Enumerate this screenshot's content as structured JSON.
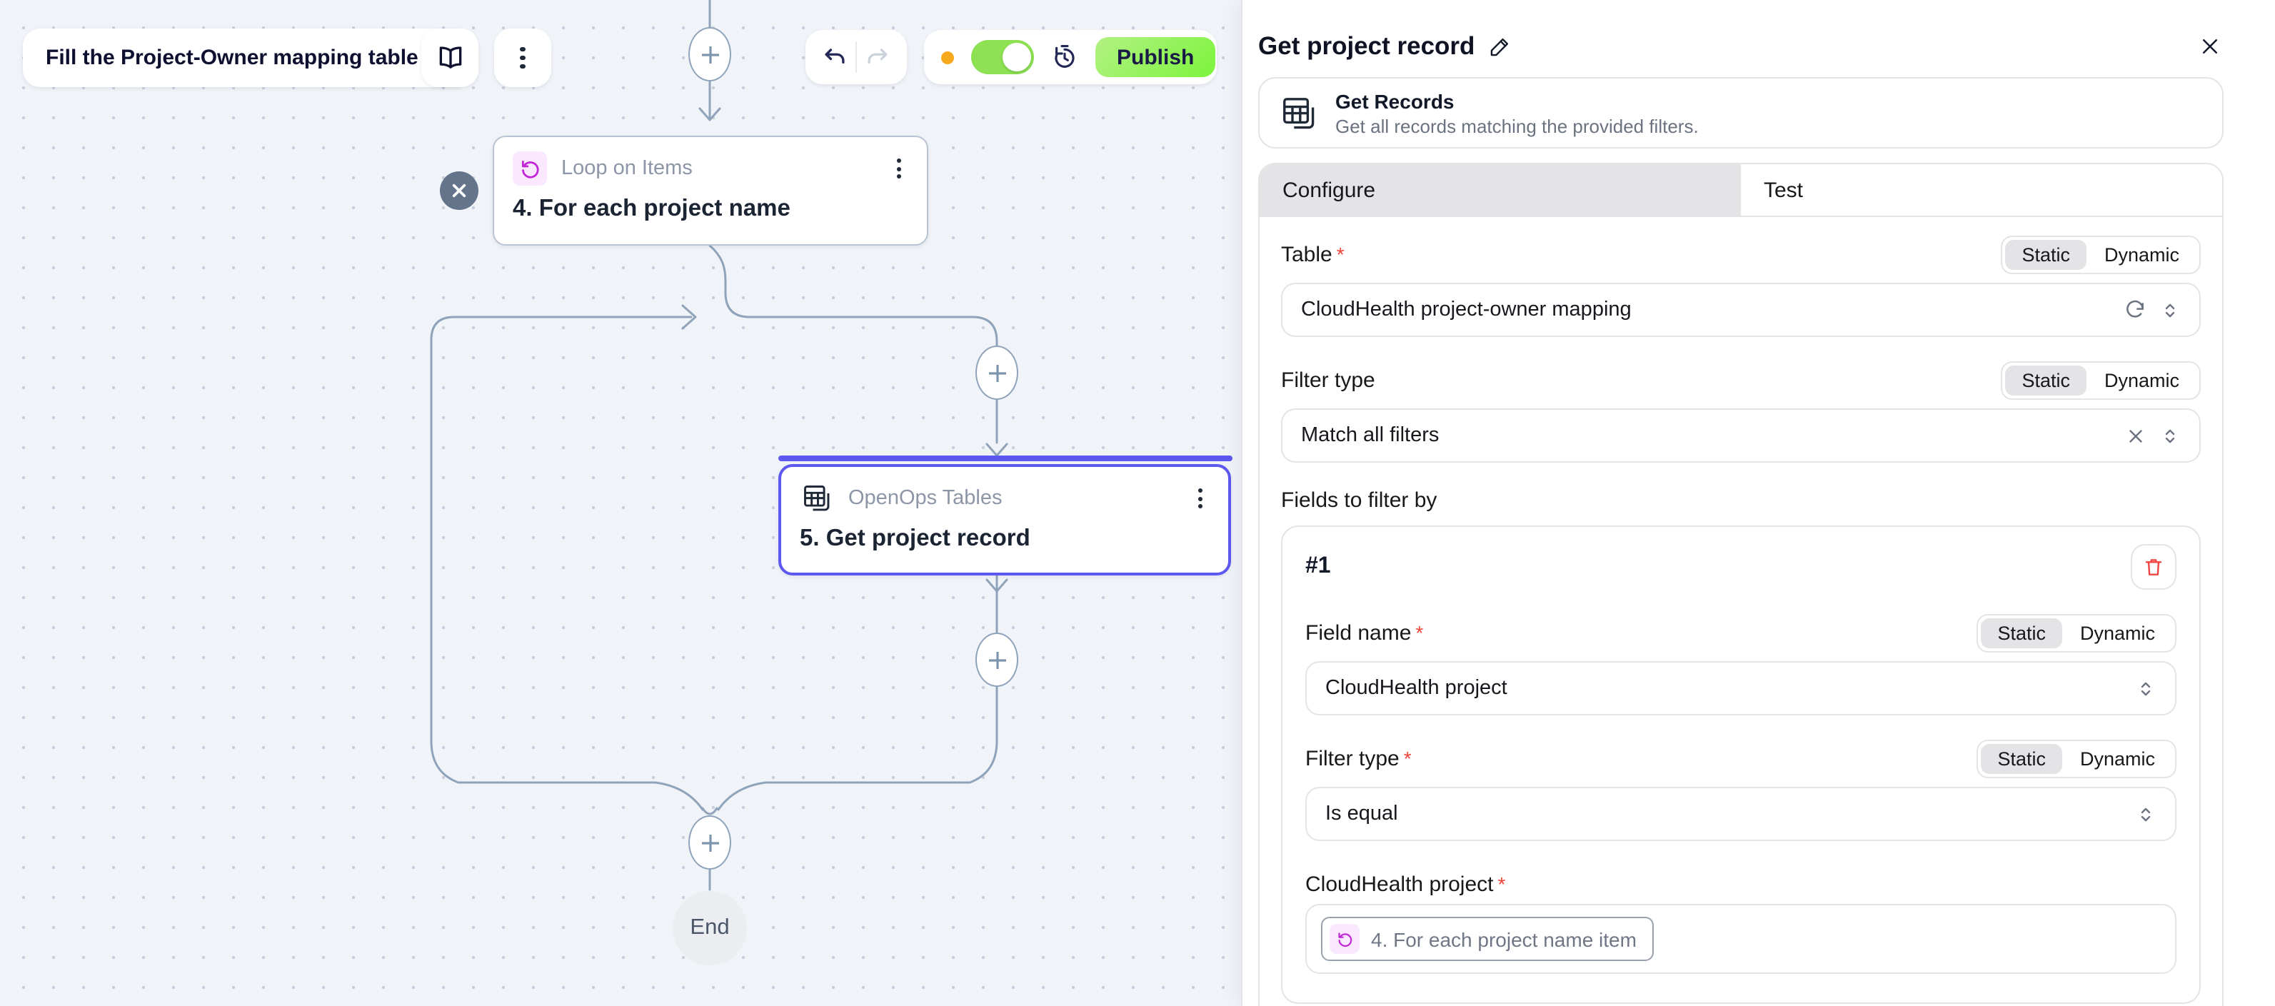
{
  "toolbar": {
    "flow_name": "Fill the Project-Owner mapping table",
    "publish_label": "Publish"
  },
  "canvas": {
    "loop_node": {
      "app_name": "Loop on Items",
      "step_title": "4. For each project name"
    },
    "tables_node": {
      "app_name": "OpenOps Tables",
      "step_title": "5. Get project record"
    },
    "end_label": "End"
  },
  "panel": {
    "title": "Get project record",
    "action_name": "Get Records",
    "action_description": "Get all records matching the provided filters.",
    "tabs": {
      "configure": "Configure",
      "test": "Test"
    },
    "toggle": {
      "static": "Static",
      "dynamic": "Dynamic"
    },
    "required_marker": "*",
    "table": {
      "label": "Table",
      "value": "CloudHealth project-owner mapping"
    },
    "filter_type": {
      "label": "Filter type",
      "value": "Match all filters"
    },
    "fields_section_label": "Fields to filter by",
    "filter1": {
      "index_label": "#1",
      "field_name": {
        "label": "Field name",
        "value": "CloudHealth project"
      },
      "filter_type": {
        "label": "Filter type",
        "value": "Is equal"
      },
      "project_field": {
        "label": "CloudHealth project",
        "chip_label": "4. For each project name item"
      }
    }
  },
  "colors": {
    "accent": "#5d58f0",
    "edge": "#8fa3ba",
    "publish_gradient_start": "#b2f183",
    "publish_gradient_end": "#7cf43c",
    "toggle_on_green": "#8de153",
    "warning_dot": "#f7a91d",
    "loop_magenta": "#c026d3",
    "loop_bg": "#fae8ff",
    "danger_red": "#ef4444"
  }
}
